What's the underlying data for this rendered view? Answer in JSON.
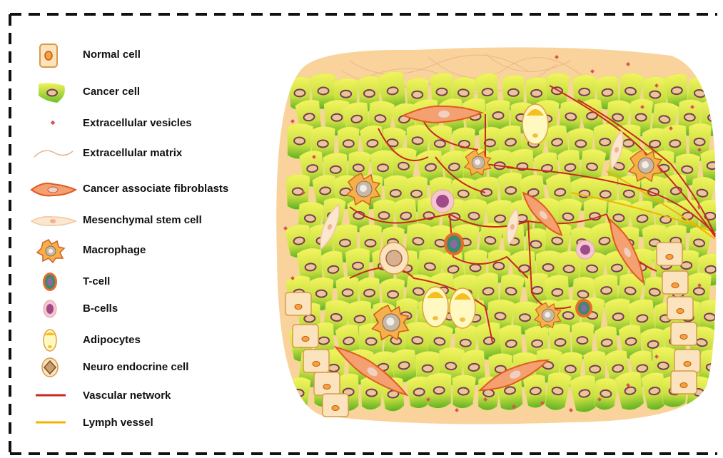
{
  "legend": {
    "items": [
      {
        "key": "normal",
        "label": "Normal cell",
        "icon": "normal-cell-icon"
      },
      {
        "key": "cancer",
        "label": "Cancer cell",
        "icon": "cancer-cell-icon"
      },
      {
        "key": "ev",
        "label": "Extracellular vesicles",
        "icon": "vesicle-icon"
      },
      {
        "key": "ecm",
        "label": "Extracellular matrix",
        "icon": "matrix-fiber-icon"
      },
      {
        "key": "caf",
        "label": "Cancer associate fibroblasts",
        "icon": "fibroblast-icon"
      },
      {
        "key": "msc",
        "label": "Mesenchymal stem cell",
        "icon": "stem-cell-icon"
      },
      {
        "key": "mac",
        "label": "Macrophage",
        "icon": "macrophage-icon"
      },
      {
        "key": "tcell",
        "label": "T-cell",
        "icon": "t-cell-icon"
      },
      {
        "key": "bcell",
        "label": "B-cells",
        "icon": "b-cell-icon"
      },
      {
        "key": "adipo",
        "label": "Adipocytes",
        "icon": "adipocyte-icon"
      },
      {
        "key": "neuro",
        "label": "Neuro endocrine cell",
        "icon": "neuroendocrine-cell-icon"
      },
      {
        "key": "vasc",
        "label": "Vascular network",
        "icon": "vascular-line-icon"
      },
      {
        "key": "lymph",
        "label": "Lymph vessel",
        "icon": "lymph-line-icon"
      }
    ]
  },
  "colors": {
    "stroma": "#f9d39b",
    "cancer_light": "#f2f25a",
    "cancer_dark": "#6fbf2a",
    "nucleus_fill": "#e8c79a",
    "nucleus_ring": "#7b3a52",
    "vascular": "#c8281e",
    "lymph": "#f0b400",
    "fibroblast": "#e86a3a",
    "vesicle": "#e05050",
    "normal_fill": "#fbe3bd",
    "normal_stroke": "#d89a4a",
    "frame": "#111111"
  }
}
